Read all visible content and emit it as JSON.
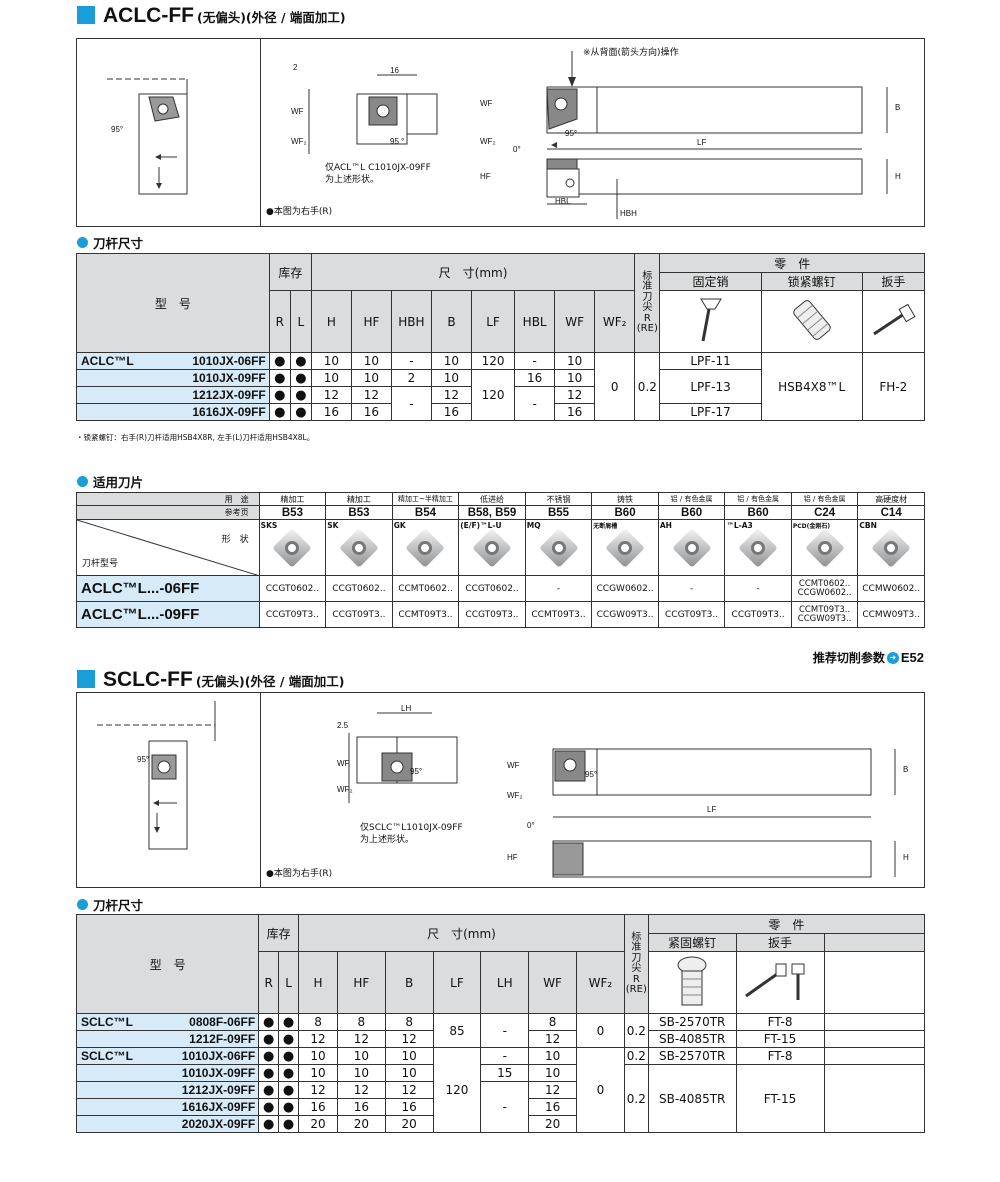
{
  "section1": {
    "code": "ACLC-FF",
    "subtitle": "(无偏头)(外径 / 端面加工)"
  },
  "diagram1": {
    "angle_left": "95°",
    "angle_mid": "95 °",
    "angle_right": "95°",
    "angle_zero": "0°",
    "note_only": "仅ACL™L C1010JX-09FF",
    "note_shape": "为上述形状。",
    "note_back": "※从背面(箭头方向)操作",
    "right_hand": "●本图为右手(R)",
    "dim_16": "16",
    "dim_2": "2",
    "WF": "WF",
    "WF2": "WF₂",
    "HF": "HF",
    "LF": "LF",
    "B": "B",
    "H": "H",
    "HBL": "HBL",
    "HBH": "HBH"
  },
  "shank1": {
    "title": "刀杆尺寸",
    "model": "型　号",
    "stock": "库存",
    "dims": "尺　寸(mm)",
    "std_r": [
      "标",
      "准",
      "刀",
      "尖",
      "R",
      "(RE)"
    ],
    "parts": "零　件",
    "pin": "固定销",
    "screw": "锁紧螺钉",
    "wrench": "扳手",
    "cols": [
      "R",
      "L",
      "H",
      "HF",
      "HBH",
      "B",
      "LF",
      "HBL",
      "WF",
      "WF₂"
    ],
    "prefix": "ACLC™L",
    "rows": [
      {
        "code": "1010JX-06FF",
        "H": "10",
        "HF": "10",
        "HBH": "-",
        "B": "10",
        "LF": "120",
        "HBL": "-",
        "WF": "10",
        "pin": "LPF-11"
      },
      {
        "code": "1010JX-09FF",
        "H": "10",
        "HF": "10",
        "HBH": "2",
        "B": "10",
        "LF": "120",
        "HBL": "16",
        "WF": "10",
        "pin": "LPF-13"
      },
      {
        "code": "1212JX-09FF",
        "H": "12",
        "HF": "12",
        "HBH": "-",
        "B": "12",
        "LF": "",
        "HBL": "-",
        "WF": "12",
        "pin": ""
      },
      {
        "code": "1616JX-09FF",
        "H": "16",
        "HF": "16",
        "HBH": "",
        "B": "16",
        "LF": "",
        "HBL": "",
        "WF": "16",
        "pin": "LPF-17"
      }
    ],
    "wf2": "0",
    "re": "0.2",
    "screw_val": "HSB4X8™L",
    "wrench_val": "FH-2",
    "lf_merged": "120",
    "hbh_merged": "-",
    "hbl_merged": "-",
    "footnote": "・锁紧螺钉：右手(R)刀杆适用HSB4X8R, 左手(L)刀杆适用HSB4X8L。"
  },
  "inserts": {
    "title": "适用刀片",
    "use_label": "用　途",
    "ref_label": "参考页",
    "shape_label": "形　状",
    "holder_label": "刀杆型号",
    "uses": [
      "精加工",
      "精加工",
      "精加工~半精加工",
      "低进给",
      "不锈钢",
      "铸铁",
      "铝 / 有色金属",
      "铝 / 有色金属",
      "铝 / 有色金属",
      "高硬度材"
    ],
    "refs": [
      "B53",
      "B53",
      "B54",
      "B58, B59",
      "B55",
      "B60",
      "B60",
      "B60",
      "C24",
      "C14"
    ],
    "types": [
      "SKS",
      "SK",
      "GK",
      "(E/F)™L-U",
      "MQ",
      "无断屑槽",
      "AH",
      "™L-A3",
      "PCD(金刚石)",
      "CBN"
    ],
    "row06": {
      "label": "ACLC™L...-06FF",
      "vals": [
        "CCGT0602..",
        "CCGT0602..",
        "CCMT0602..",
        "CCGT0602..",
        "-",
        "CCGW0602..",
        "-",
        "-",
        "CCMT0602..\nCCGW0602..",
        "CCMW0602.."
      ]
    },
    "row09": {
      "label": "ACLC™L...-09FF",
      "vals": [
        "CCGT09T3..",
        "CCGT09T3..",
        "CCMT09T3..",
        "CCGT09T3..",
        "CCMT09T3..",
        "CCGW09T3..",
        "CCGT09T3..",
        "CCGT09T3..",
        "CCMT09T3..\nCCGW09T3..",
        "CCMW09T3.."
      ]
    },
    "recommend": "推荐切削参数",
    "recommend_ref": "E52"
  },
  "section2": {
    "code": "SCLC-FF",
    "subtitle": "(无偏头)(外径 / 端面加工)"
  },
  "diagram2": {
    "angle_left": "95°",
    "angle_mid": "95°",
    "angle_right": "95°",
    "angle_zero": "0°",
    "note_only": "仅SCLC™L1010JX-09FF",
    "note_shape": "为上述形状。",
    "right_hand": "●本图为右手(R)",
    "dim_LH": "LH",
    "dim_25": "2.5"
  },
  "shank2": {
    "title": "刀杆尺寸",
    "model": "型　号",
    "stock": "库存",
    "dims": "尺　寸(mm)",
    "parts": "零　件",
    "screw": "紧固螺钉",
    "wrench": "扳手",
    "cols": [
      "R",
      "L",
      "H",
      "HF",
      "B",
      "LF",
      "LH",
      "WF",
      "WF₂"
    ],
    "prefix": "SCLC™L",
    "rows": [
      {
        "code": "0808F-06FF",
        "H": "8",
        "HF": "8",
        "B": "8",
        "WF": "8"
      },
      {
        "code": "1212F-09FF",
        "H": "12",
        "HF": "12",
        "B": "12",
        "WF": "12"
      },
      {
        "code": "1010JX-06FF",
        "H": "10",
        "HF": "10",
        "B": "10",
        "WF": "10"
      },
      {
        "code": "1010JX-09FF",
        "H": "10",
        "HF": "10",
        "B": "10",
        "WF": "10"
      },
      {
        "code": "1212JX-09FF",
        "H": "12",
        "HF": "12",
        "B": "12",
        "WF": "12"
      },
      {
        "code": "1616JX-09FF",
        "H": "16",
        "HF": "16",
        "B": "16",
        "WF": "16"
      },
      {
        "code": "2020JX-09FF",
        "H": "20",
        "HF": "20",
        "B": "20",
        "WF": "20"
      }
    ],
    "g1": {
      "LF": "85",
      "LH": "-",
      "WF2": "0",
      "RE": "0.2",
      "screw1": "SB-2570TR",
      "wrench1": "FT-8",
      "screw2": "SB-4085TR",
      "wrench2": "FT-15"
    },
    "g2": {
      "LF": "120",
      "LH1": "-",
      "LH2": "15",
      "LH3": "-",
      "WF2": "0",
      "RE1": "0.2",
      "RE2": "0.2",
      "screw1": "SB-2570TR",
      "wrench1": "FT-8",
      "screw2": "SB-4085TR",
      "wrench2": "FT-15"
    },
    "stock_mark": "●"
  },
  "colors": {
    "accent": "#1a9ed9",
    "grey": "#dbdcdd",
    "lightblue": "#d6eaf8"
  }
}
